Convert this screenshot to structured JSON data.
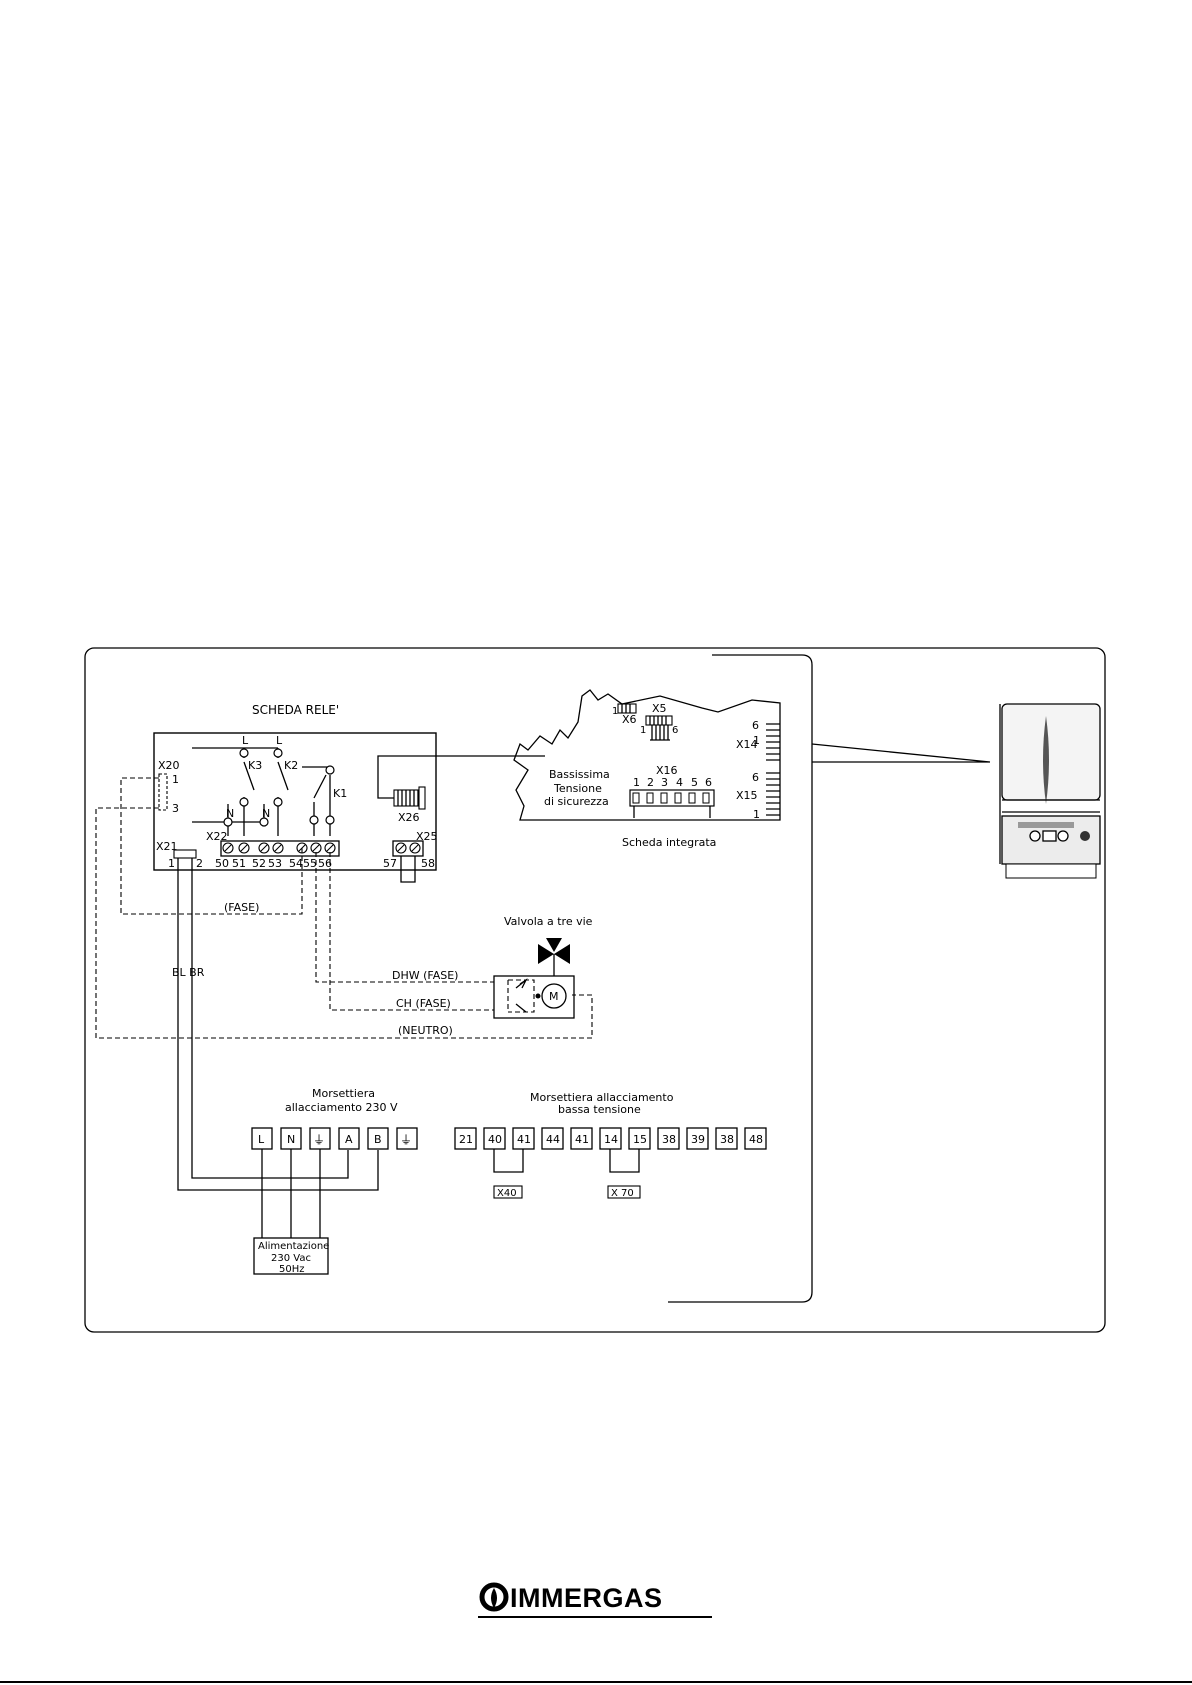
{
  "relay_board": {
    "title": "SCHEDA RELE'",
    "connectors": [
      "X20",
      "X21",
      "X22",
      "X25",
      "X26"
    ],
    "x20_pins": [
      "1",
      "3"
    ],
    "x21_pins": [
      "1",
      "2"
    ],
    "relays": [
      "K1",
      "K2",
      "K3"
    ],
    "line_labels": [
      "L",
      "L"
    ],
    "neutral_labels": [
      "N",
      "N"
    ],
    "terminals": [
      "50",
      "51",
      "52",
      "53",
      "54",
      "55",
      "56"
    ],
    "x25_terminals": [
      "57",
      "58"
    ]
  },
  "integrated_board": {
    "title": "Scheda integrata",
    "safety_label": [
      "Bassissima",
      "Tensione",
      "di sicurezza"
    ],
    "connectors": [
      "X6",
      "X5",
      "X16",
      "X14",
      "X15"
    ],
    "x5_pins": [
      "1",
      "6"
    ],
    "x16_pins": [
      "1",
      "2",
      "3",
      "4",
      "5",
      "6"
    ],
    "x14_pins": [
      "6",
      "1"
    ],
    "x15_pins": [
      "6",
      "1"
    ]
  },
  "wires": {
    "fase": "(FASE)",
    "dhw": "DHW (FASE)",
    "ch": "CH (FASE)",
    "neutro": "(NEUTRO)",
    "bl_br": "BL BR"
  },
  "valve": {
    "title": "Valvola a tre vie",
    "motor": "M"
  },
  "mains_block": {
    "title": [
      "Morsettiera",
      "allacciamento 230 V"
    ],
    "terminals": [
      "L",
      "N",
      "⏚",
      "A",
      "B",
      "⏚"
    ]
  },
  "low_voltage_block": {
    "title": [
      "Morsettiera allacciamento",
      "bassa tensione"
    ],
    "terminals": [
      "21",
      "40",
      "41",
      "44",
      "41",
      "14",
      "15",
      "38",
      "39",
      "38",
      "48"
    ],
    "bridges": [
      "X40",
      "X 70"
    ]
  },
  "supply": {
    "label": [
      "Alimentazione",
      "230 Vac",
      "50Hz"
    ]
  },
  "brand": {
    "name": "IMMERGAS"
  }
}
